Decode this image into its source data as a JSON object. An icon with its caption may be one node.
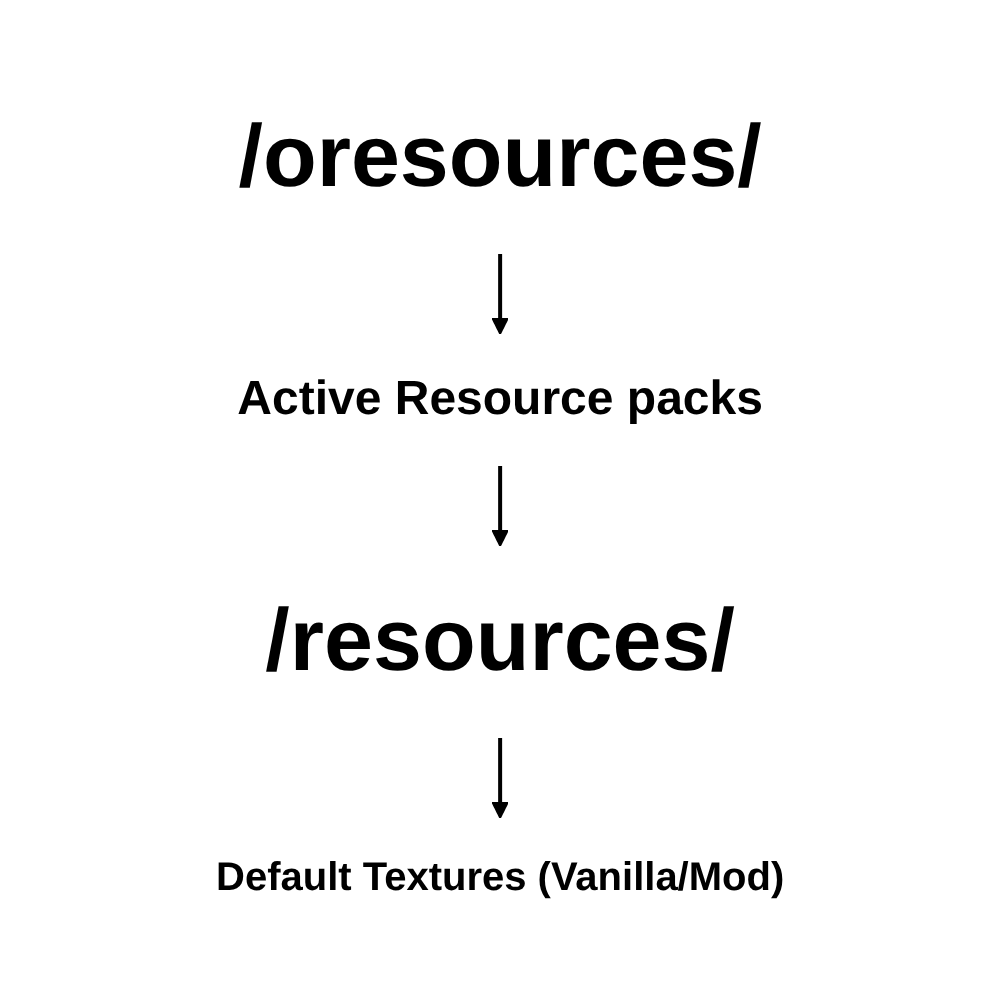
{
  "diagram": {
    "nodes": [
      {
        "text": [
          "/oresources/"
        ]
      },
      {
        "text": [
          "Active Resource packs"
        ]
      },
      {
        "text": [
          "/resources/"
        ]
      },
      {
        "text": [
          "Default Textures (Vanilla/Mod)"
        ]
      }
    ],
    "edges": [
      {
        "from": 0,
        "to": 1,
        "arrow": "to"
      },
      {
        "from": 1,
        "to": 2,
        "arrow": "to"
      },
      {
        "from": 2,
        "to": 3,
        "arrow": "to"
      }
    ]
  }
}
